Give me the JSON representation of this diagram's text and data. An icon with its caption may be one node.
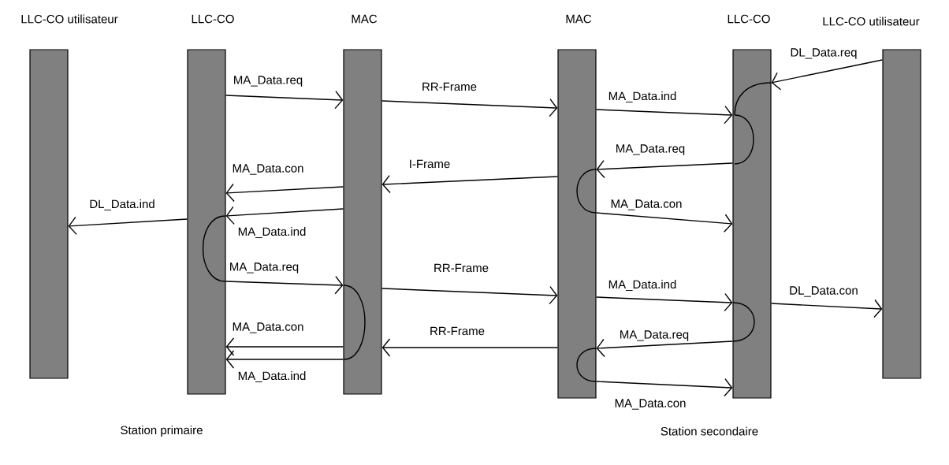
{
  "diagram": {
    "nodes": [
      {
        "text": [
          "LLC-CO utilisateur"
        ]
      },
      {
        "text": [
          "LLC-CO"
        ]
      },
      {
        "text": [
          "MAC"
        ]
      },
      {
        "text": [
          "MAC"
        ]
      },
      {
        "text": [
          "LLC-CO"
        ]
      },
      {
        "text": [
          "LLC-CO utilisateur"
        ]
      }
    ],
    "edges": [
      {
        "from": 1,
        "to": 2,
        "arrow": "to",
        "label": "MA_Data.req"
      },
      {
        "from": 2,
        "to": 3,
        "arrow": "to",
        "label": "RR-Frame"
      },
      {
        "from": 3,
        "to": 4,
        "arrow": "to",
        "label": "MA_Data.ind"
      },
      {
        "from": 5,
        "to": 4,
        "arrow": "to",
        "label": "DL_Data.req"
      },
      {
        "from": 4,
        "to": 3,
        "arrow": "to",
        "label": "MA_Data.req"
      },
      {
        "from": 3,
        "to": 2,
        "arrow": "to",
        "label": "I-Frame"
      },
      {
        "from": 2,
        "to": 1,
        "arrow": "to",
        "label": "MA_Data.con"
      },
      {
        "from": 3,
        "to": 4,
        "arrow": "to",
        "label": "MA_Data.con"
      },
      {
        "from": 2,
        "to": 1,
        "arrow": "to",
        "label": "MA_Data.ind"
      },
      {
        "from": 1,
        "to": 0,
        "arrow": "to",
        "label": "DL_Data.ind"
      },
      {
        "from": 1,
        "to": 2,
        "arrow": "to",
        "label": "MA_Data.req"
      },
      {
        "from": 2,
        "to": 3,
        "arrow": "to",
        "label": "RR-Frame"
      },
      {
        "from": 3,
        "to": 4,
        "arrow": "to",
        "label": "MA_Data.ind"
      },
      {
        "from": 4,
        "to": 5,
        "arrow": "to",
        "label": "DL_Data.con"
      },
      {
        "from": 4,
        "to": 3,
        "arrow": "to",
        "label": "MA_Data.req"
      },
      {
        "from": 3,
        "to": 2,
        "arrow": "to",
        "label": "RR-Frame"
      },
      {
        "from": 2,
        "to": 1,
        "arrow": "to",
        "label": "MA_Data.con"
      },
      {
        "from": 2,
        "to": 1,
        "arrow": "to",
        "label": "MA_Data.ind"
      },
      {
        "from": 3,
        "to": 4,
        "arrow": "to",
        "label": "MA_Data.con"
      }
    ],
    "labels": [
      "Station primaire",
      "Station secondaire"
    ]
  }
}
